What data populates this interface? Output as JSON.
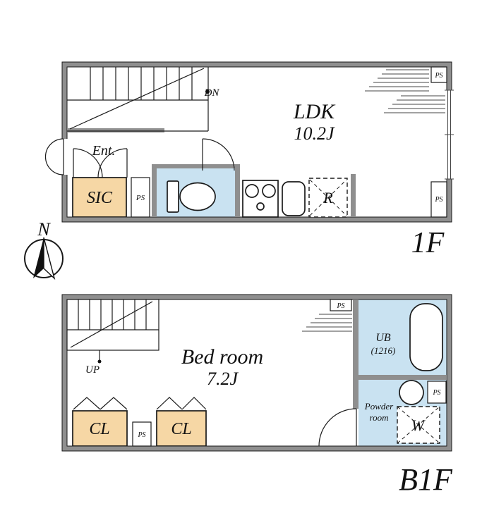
{
  "compass": {
    "north_label": "N"
  },
  "floor1": {
    "floor_label": "1F",
    "stair_label": "DN",
    "room_name": "LDK",
    "room_size": "10.2J",
    "entrance_label": "Ent.",
    "shoe_closet_label": "SIC",
    "refrigerator_label": "R",
    "pipe_space_entrance": "PS",
    "pipe_space_top_right": "PS",
    "pipe_space_bottom_right": "PS"
  },
  "basement": {
    "floor_label": "B1F",
    "stair_label": "UP",
    "room_name": "Bed room",
    "room_size": "7.2J",
    "unit_bath_label": "UB",
    "unit_bath_size": "(1216)",
    "powder_room_line1": "Powder",
    "powder_room_line2": "room",
    "washer_label": "W",
    "closet_left_label": "CL",
    "closet_right_label": "CL",
    "pipe_space_top": "PS",
    "pipe_space_bath": "PS",
    "pipe_space_closet": "PS"
  },
  "colors": {
    "wall": "#8f8f8f",
    "closet_fill": "#f6d7a5",
    "wet_area_fill": "#c9e2f1"
  }
}
